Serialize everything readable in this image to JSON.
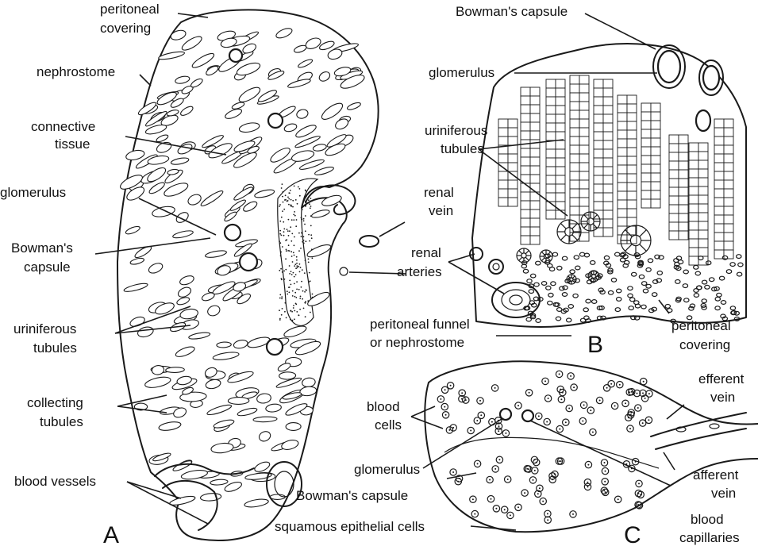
{
  "panels": {
    "A": {
      "letter": "A",
      "labels": {
        "peritoneal_covering": [
          "peritoneal",
          "covering"
        ],
        "nephrostome": "nephrostome",
        "connective_tissue": [
          "connective",
          "tissue"
        ],
        "glomerulus": "glomerulus",
        "bowmans_capsule": [
          "Bowman's",
          "capsule"
        ],
        "uriniferous_tubules": [
          "uriniferous",
          "tubules"
        ],
        "collecting_tubules": [
          "collecting",
          "tubules"
        ],
        "blood_vessels": "blood vessels",
        "renal_vein": [
          "renal",
          "vein"
        ],
        "renal_arteries": [
          "renal",
          "arteries"
        ]
      }
    },
    "B": {
      "letter": "B",
      "labels": {
        "bowmans_capsule": "Bowman's capsule",
        "glomerulus": "glomerulus",
        "uriniferous_tubules": [
          "uriniferous",
          "tubules"
        ],
        "peritoneal_funnel": [
          "peritoneal funnel",
          "or nephrostome"
        ],
        "peritoneal_covering": [
          "peritoneal",
          "covering"
        ]
      }
    },
    "C": {
      "letter": "C",
      "labels": {
        "blood_cells": [
          "blood",
          "cells"
        ],
        "glomerulus": "glomerulus",
        "bowmans_capsule": "Bowman's capsule",
        "squamous_epithelial_cells": "squamous epithelial cells",
        "efferent_vein": [
          "efferent",
          "vein"
        ],
        "afferent_vein": [
          "afferent",
          "vein"
        ],
        "blood_capillaries": [
          "blood",
          "capillaries"
        ]
      }
    }
  }
}
